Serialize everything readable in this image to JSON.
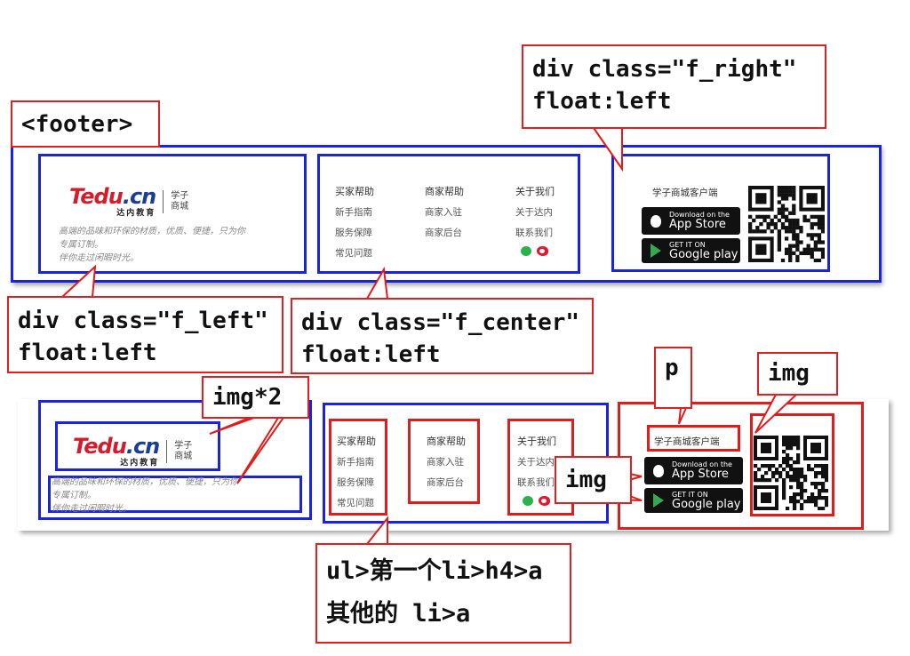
{
  "labels": {
    "footer": "<footer>",
    "f_right": "div class=\"f_right\"\nfloat:left",
    "f_left": "div class=\"f_left\"\nfloat:left",
    "f_center": "div class=\"f_center\"\nfloat:left",
    "img2": "img*2",
    "p": "p",
    "img_qr": "img",
    "img_store": "img",
    "ul_note": "ul>第一个li>h4>a\n其他的 li>a"
  },
  "footer": {
    "logo": {
      "word_red": "Tedu",
      "word_blue": ".cn",
      "sub": "达内教育",
      "side_line1": "学子",
      "side_line2": "商城"
    },
    "slogan": [
      "高端的品味和环保的材质，优质、便捷，只为你",
      "专属订制。",
      "伴你走过闲暇时光。"
    ],
    "columns": [
      {
        "head": "买家帮助",
        "items": [
          "新手指南",
          "服务保障",
          "常见问题"
        ]
      },
      {
        "head": "商家帮助",
        "items": [
          "商家入驻",
          "商家后台"
        ]
      },
      {
        "head": "关于我们",
        "items": [
          "关于达内",
          "联系我们"
        ]
      }
    ],
    "social_icons": [
      "wechat-icon",
      "weibo-icon"
    ],
    "client_title": "学子商城客户端",
    "app_store": {
      "small": "Download on the",
      "big": "App Store"
    },
    "google_play": {
      "small": "GET IT ON",
      "big": "Google play"
    }
  },
  "colors": {
    "outline_blue": "#1a22e6",
    "outline_red": "#e21b1b"
  }
}
